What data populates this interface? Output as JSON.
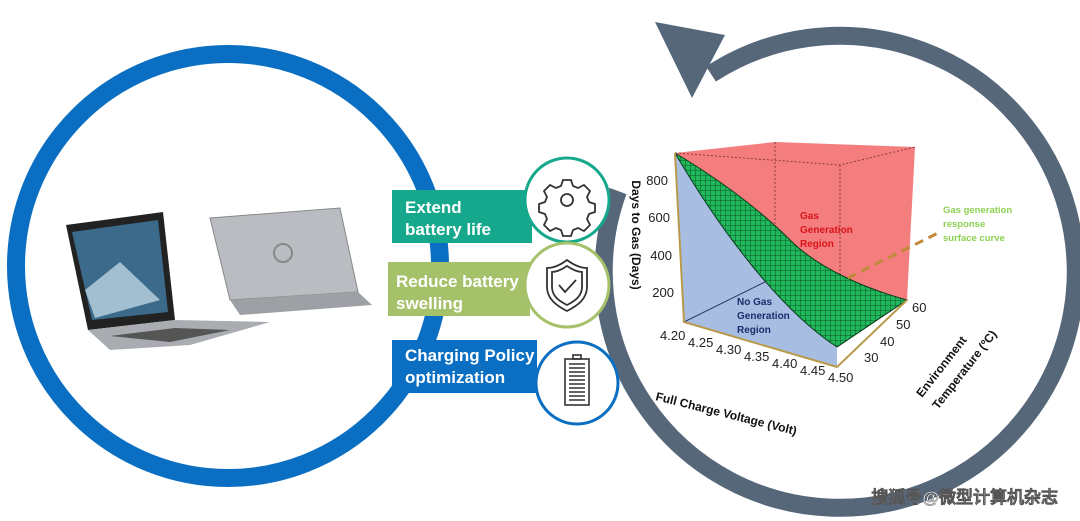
{
  "colors": {
    "blue_ring": "#0a6fc2",
    "grey_ring": "#56677a",
    "teal": "#16a88c",
    "olive": "#a5c26b",
    "gas_region": "#f47d7d",
    "no_gas_region": "#a7bde2",
    "surface": "#1fb85a"
  },
  "features": [
    {
      "line1": "Extend",
      "line2": "battery life",
      "icon": "gear-icon"
    },
    {
      "line1": "Reduce battery",
      "line2": "swelling",
      "icon": "shield-check-icon"
    },
    {
      "line1": "Charging Policy",
      "line2": "optimization",
      "icon": "battery-icon"
    }
  ],
  "chart_data": {
    "type": "surface3d",
    "ylabel": "Days to Gas (Days)",
    "xlabel": "Full Charge Voltage (Volt)",
    "zlabel_line1": "Environment",
    "zlabel_line2": "Temperature (ºC)",
    "y_ticks": [
      "800",
      "600",
      "400",
      "200"
    ],
    "x_ticks": [
      "4.20",
      "4.25",
      "4.30",
      "4.35",
      "4.40",
      "4.45",
      "4.50"
    ],
    "z_ticks": [
      "60",
      "50",
      "40",
      "30"
    ],
    "xlim": [
      4.2,
      4.5
    ],
    "zlim": [
      30,
      60
    ],
    "regions": {
      "gas": [
        "Gas",
        "Generation",
        "Region"
      ],
      "no_gas": [
        "No Gas",
        "Generation",
        "Region"
      ]
    },
    "annotation": [
      "Gas generation",
      "response",
      "surface curve"
    ]
  },
  "watermark": "搜狐号@微型计算机杂志"
}
